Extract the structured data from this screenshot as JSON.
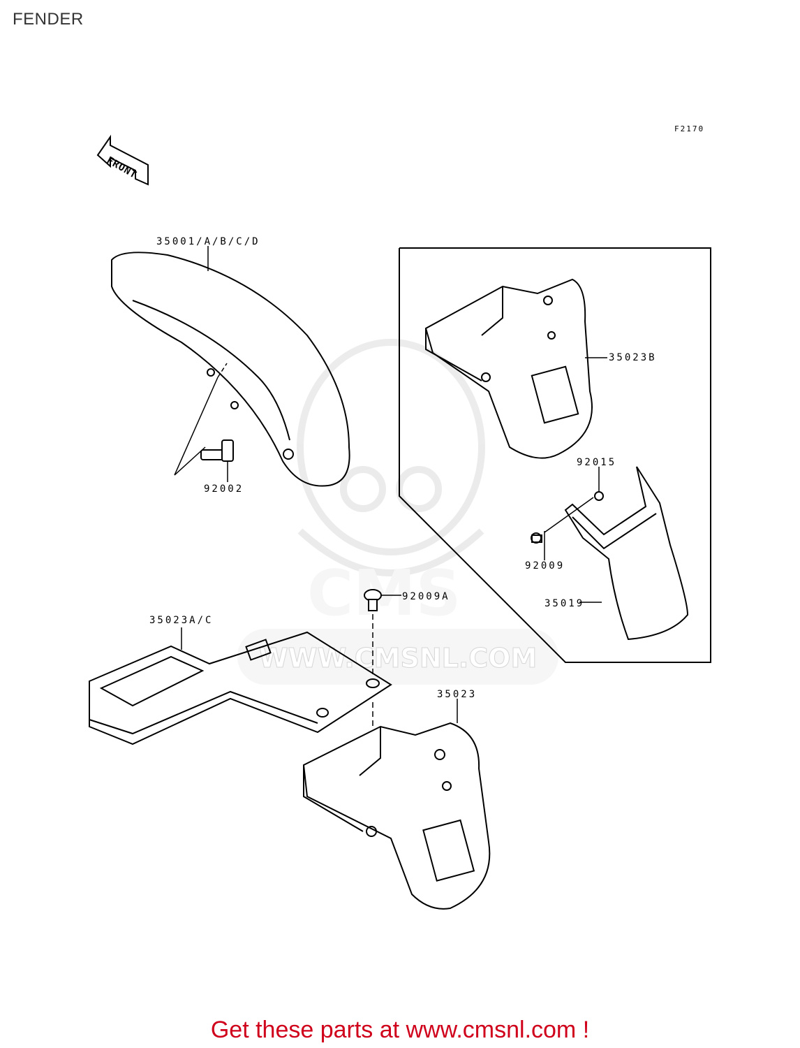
{
  "page": {
    "title": "FENDER",
    "figure_code": "F2170"
  },
  "direction_marker": {
    "text": "FRONT"
  },
  "watermark": {
    "text": "WWW.CMSNL.COM",
    "brand": "CMS"
  },
  "parts": [
    {
      "id": "35001",
      "label": "35001/A/B/C/D"
    },
    {
      "id": "92002",
      "label": "92002"
    },
    {
      "id": "35023B",
      "label": "35023B"
    },
    {
      "id": "92015",
      "label": "92015"
    },
    {
      "id": "92009",
      "label": "92009"
    },
    {
      "id": "35019",
      "label": "35019"
    },
    {
      "id": "92009A",
      "label": "92009A"
    },
    {
      "id": "35023AC",
      "label": "35023A/C"
    },
    {
      "id": "35023",
      "label": "35023"
    }
  ],
  "footer": {
    "text": "Get these parts at www.cmsnl.com !",
    "color": "#d0021b"
  }
}
